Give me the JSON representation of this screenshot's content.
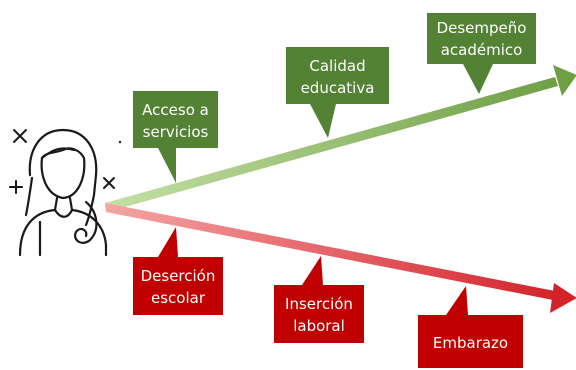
{
  "positive_path": {
    "color_start": "#c5e0a5",
    "color_end": "#6e9f45",
    "callout_fill": "#548235",
    "callouts": [
      {
        "lines": [
          "Acceso a",
          "servicios"
        ]
      },
      {
        "lines": [
          "Calidad",
          "educativa"
        ]
      },
      {
        "lines": [
          "Desempeño",
          "académico"
        ]
      }
    ]
  },
  "negative_path": {
    "color_start": "#f4a5a5",
    "color_end": "#d4222a",
    "callout_fill": "#c00000",
    "callouts": [
      {
        "lines": [
          "Deserción",
          "escolar"
        ]
      },
      {
        "lines": [
          "Inserción",
          "laboral"
        ]
      },
      {
        "lines": [
          "Embarazo"
        ]
      }
    ]
  },
  "icons": {
    "person": "girl-outline-icon",
    "sparkles": "sparkle-cross-icon"
  }
}
